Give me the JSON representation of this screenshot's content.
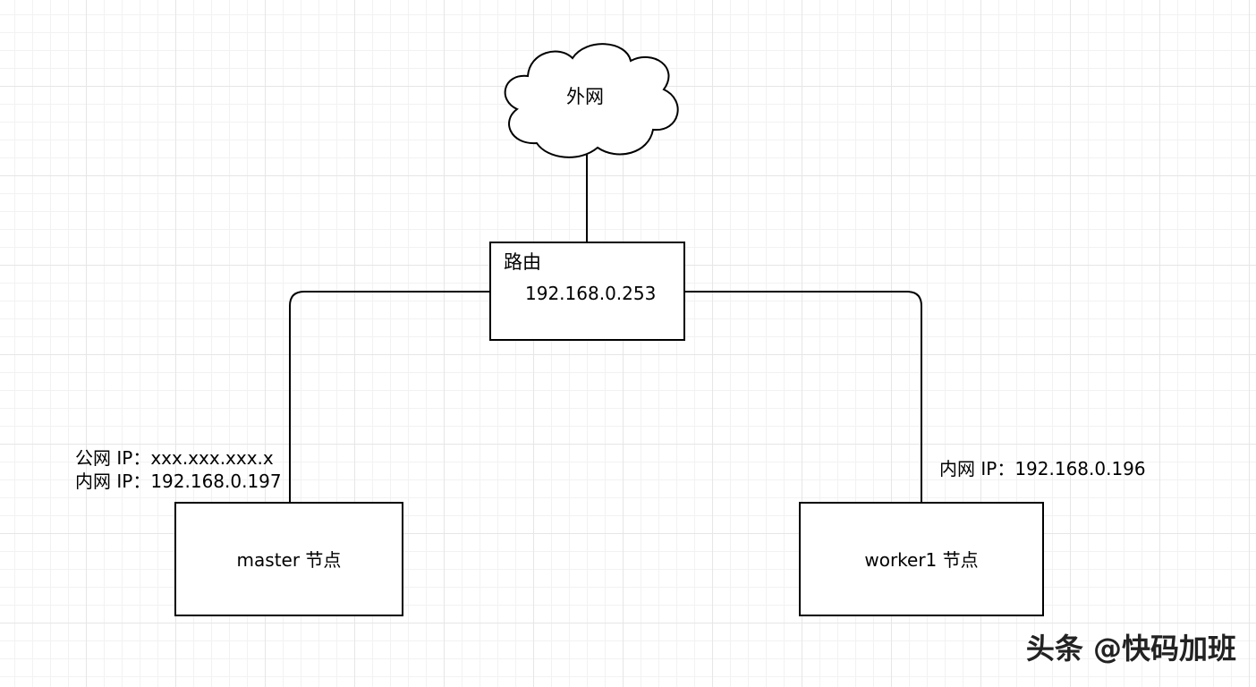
{
  "diagram": {
    "cloud": {
      "label": "外网",
      "icon": "cloud-icon"
    },
    "router": {
      "title": "路由",
      "ip": "192.168.0.253"
    },
    "master": {
      "label": "master 节点",
      "public_ip": "公网 IP：xxx.xxx.xxx.x",
      "private_ip": "内网 IP：192.168.0.197"
    },
    "worker": {
      "label": "worker1 节点",
      "private_ip": "内网 IP：192.168.0.196"
    }
  },
  "watermark": {
    "text": "头条 @快码加班"
  },
  "colors": {
    "stroke": "#000000",
    "grid": "#e6e6e6",
    "background": "#ffffff"
  }
}
